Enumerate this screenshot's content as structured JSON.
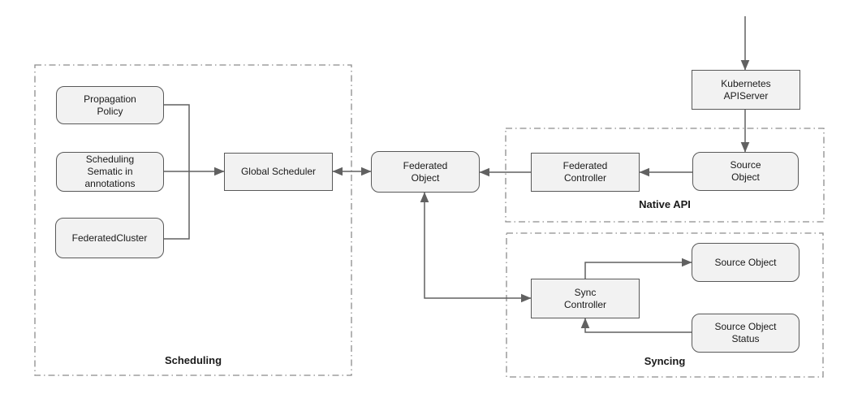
{
  "nodes": {
    "propagation_policy": {
      "label": "Propagation\nPolicy"
    },
    "scheduling_sematic": {
      "label": "Scheduling\nSematic in\nannotations"
    },
    "federated_cluster": {
      "label": "FederatedCluster"
    },
    "global_scheduler": {
      "label": "Global Scheduler"
    },
    "federated_object": {
      "label": "Federated\nObject"
    },
    "kubernetes_apiserver": {
      "label": "Kubernetes\nAPIServer"
    },
    "federated_controller": {
      "label": "Federated\nController"
    },
    "source_object_native": {
      "label": "Source\nObject"
    },
    "sync_controller": {
      "label": "Sync\nController"
    },
    "source_object_sync": {
      "label": "Source Object"
    },
    "source_object_status": {
      "label": "Source Object\nStatus"
    }
  },
  "groups": {
    "scheduling": {
      "label": "Scheduling"
    },
    "native_api": {
      "label": "Native API"
    },
    "syncing": {
      "label": "Syncing"
    }
  },
  "colors": {
    "node_fill": "#f2f2f2",
    "node_border": "#595959",
    "connector": "#616161",
    "group_border": "#8c8c8c",
    "text": "#1a1a1a"
  }
}
